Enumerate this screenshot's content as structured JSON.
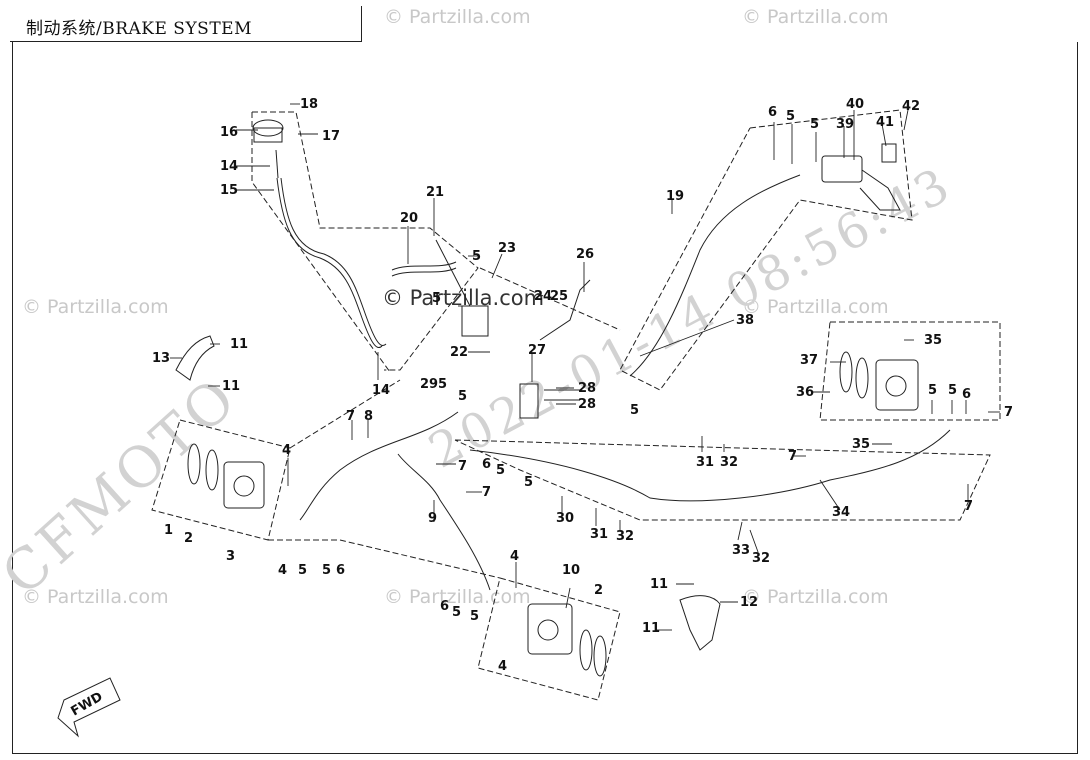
{
  "title": "制动系统/BRAKE SYSTEM",
  "watermarks": {
    "site": "© Partzilla.com",
    "brand": "CFMOTO",
    "date": "2022-01-14 08:56:43"
  },
  "direction_label": "FWD",
  "callouts": [
    "1",
    "2",
    "3",
    "4",
    "5",
    "6",
    "7",
    "8",
    "9",
    "10",
    "11",
    "12",
    "13",
    "14",
    "15",
    "16",
    "17",
    "18",
    "19",
    "20",
    "21",
    "22",
    "23",
    "24",
    "25",
    "26",
    "27",
    "28",
    "29",
    "30",
    "31",
    "32",
    "33",
    "34",
    "35",
    "36",
    "37",
    "38",
    "39",
    "40",
    "41",
    "42"
  ]
}
